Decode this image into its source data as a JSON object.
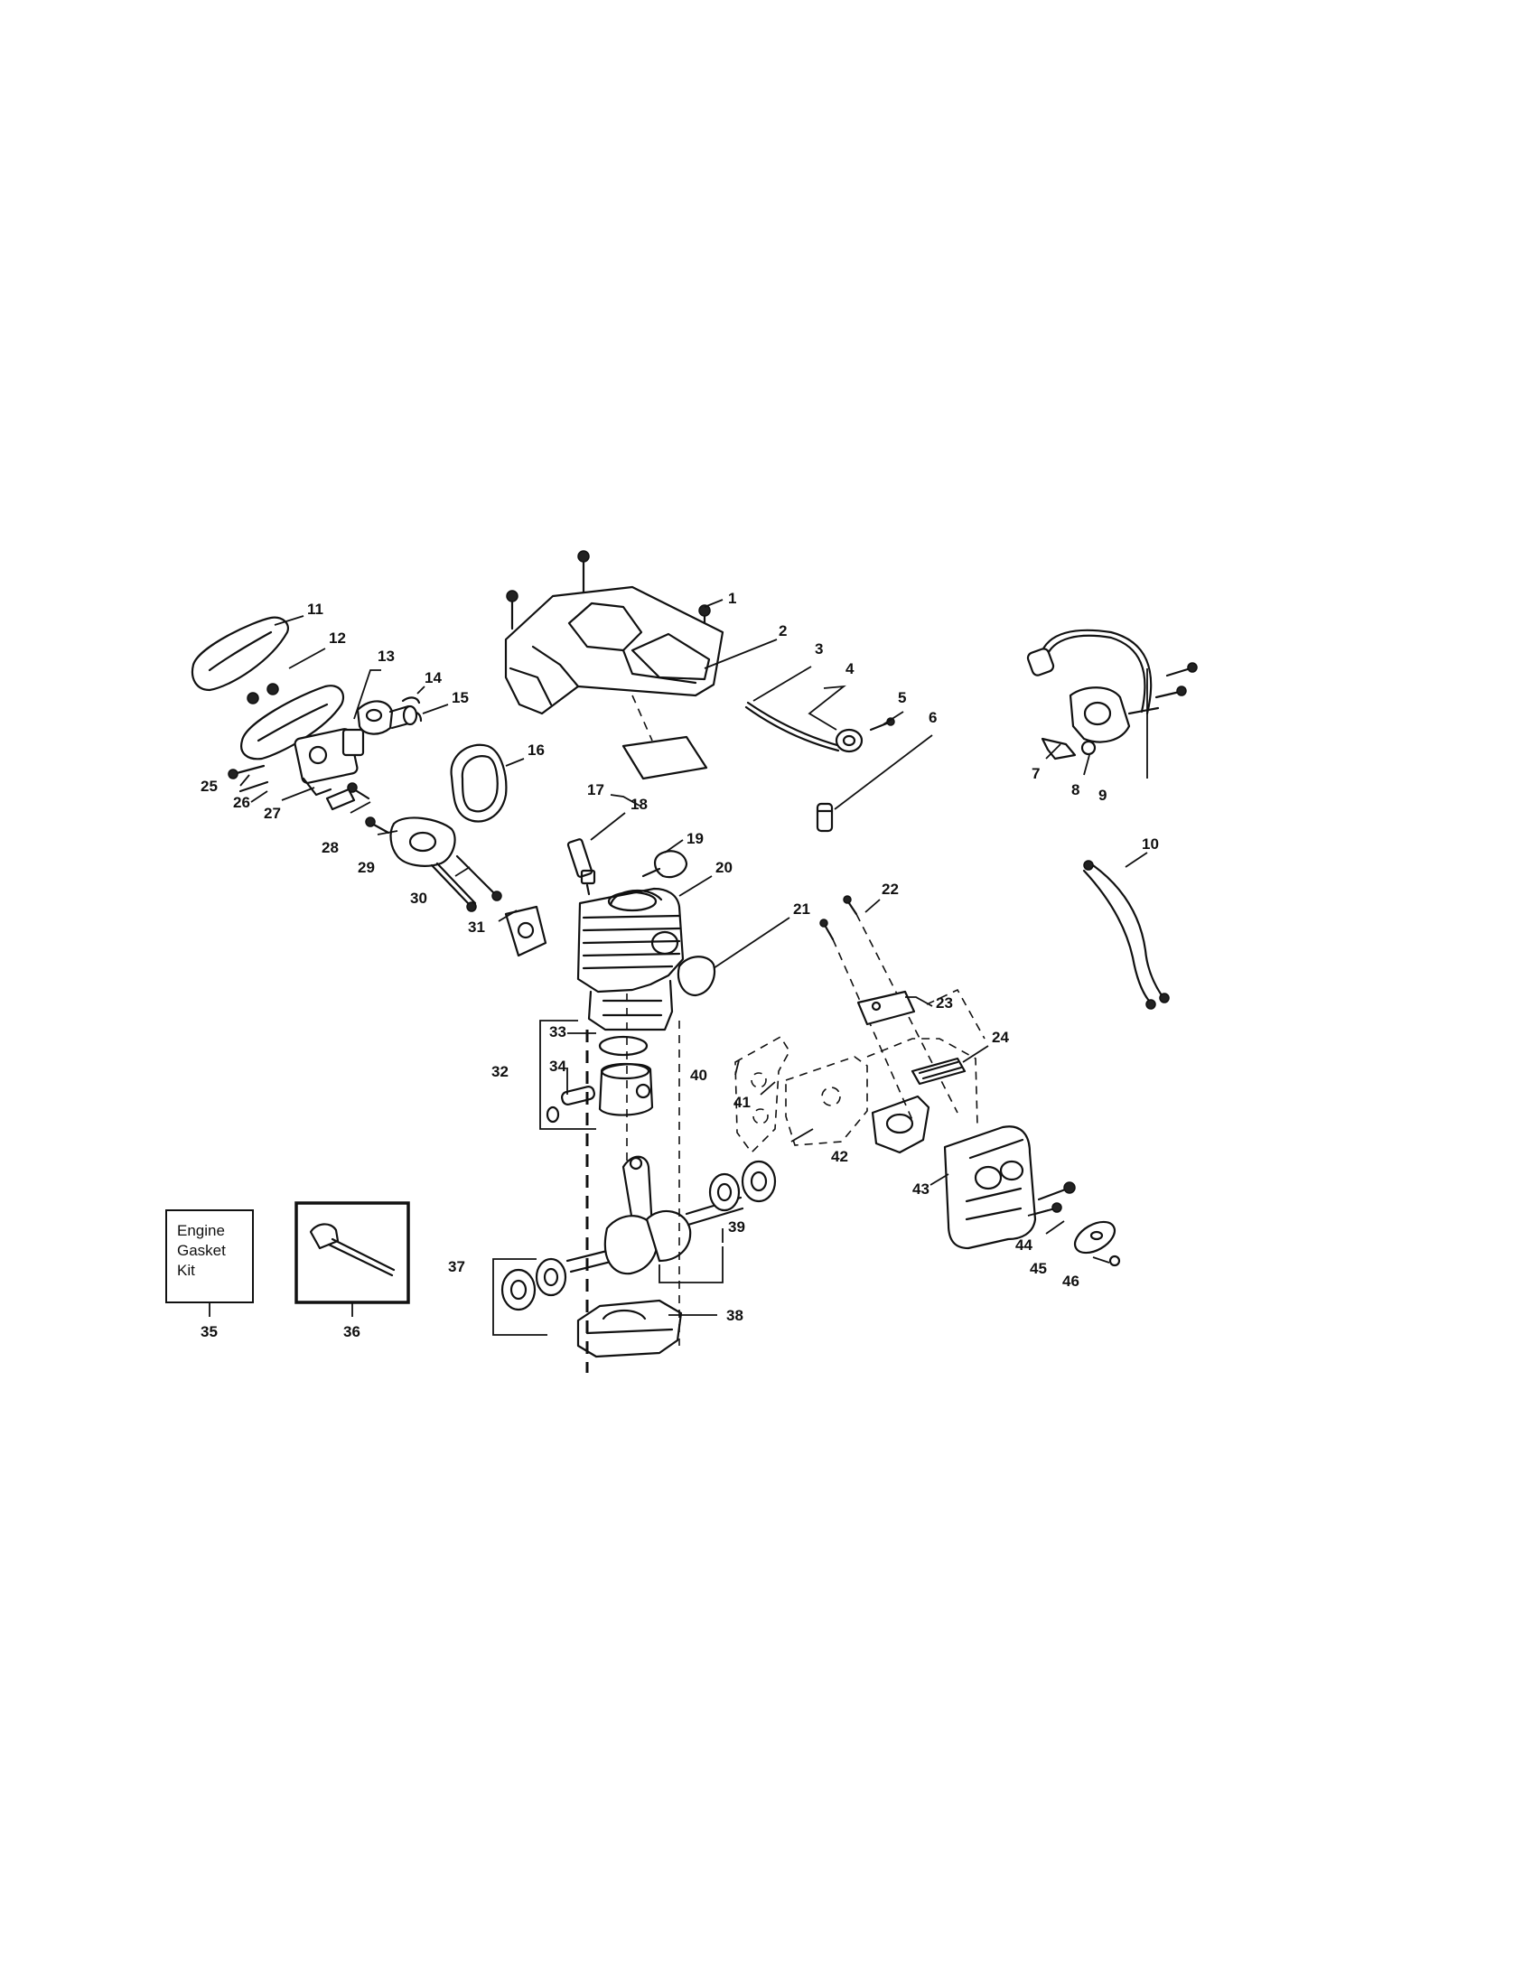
{
  "callouts": [
    "1",
    "2",
    "3",
    "4",
    "5",
    "6",
    "7",
    "8",
    "9",
    "10",
    "11",
    "12",
    "13",
    "14",
    "15",
    "16",
    "17",
    "18",
    "19",
    "20",
    "21",
    "22",
    "23",
    "24",
    "25",
    "26",
    "27",
    "28",
    "29",
    "30",
    "31",
    "32",
    "33",
    "34",
    "35",
    "36",
    "37",
    "38",
    "39",
    "40",
    "41",
    "42",
    "43",
    "44",
    "45",
    "46"
  ],
  "kit_label": {
    "line1": "Engine",
    "line2": "Gasket",
    "line3": "Kit"
  }
}
